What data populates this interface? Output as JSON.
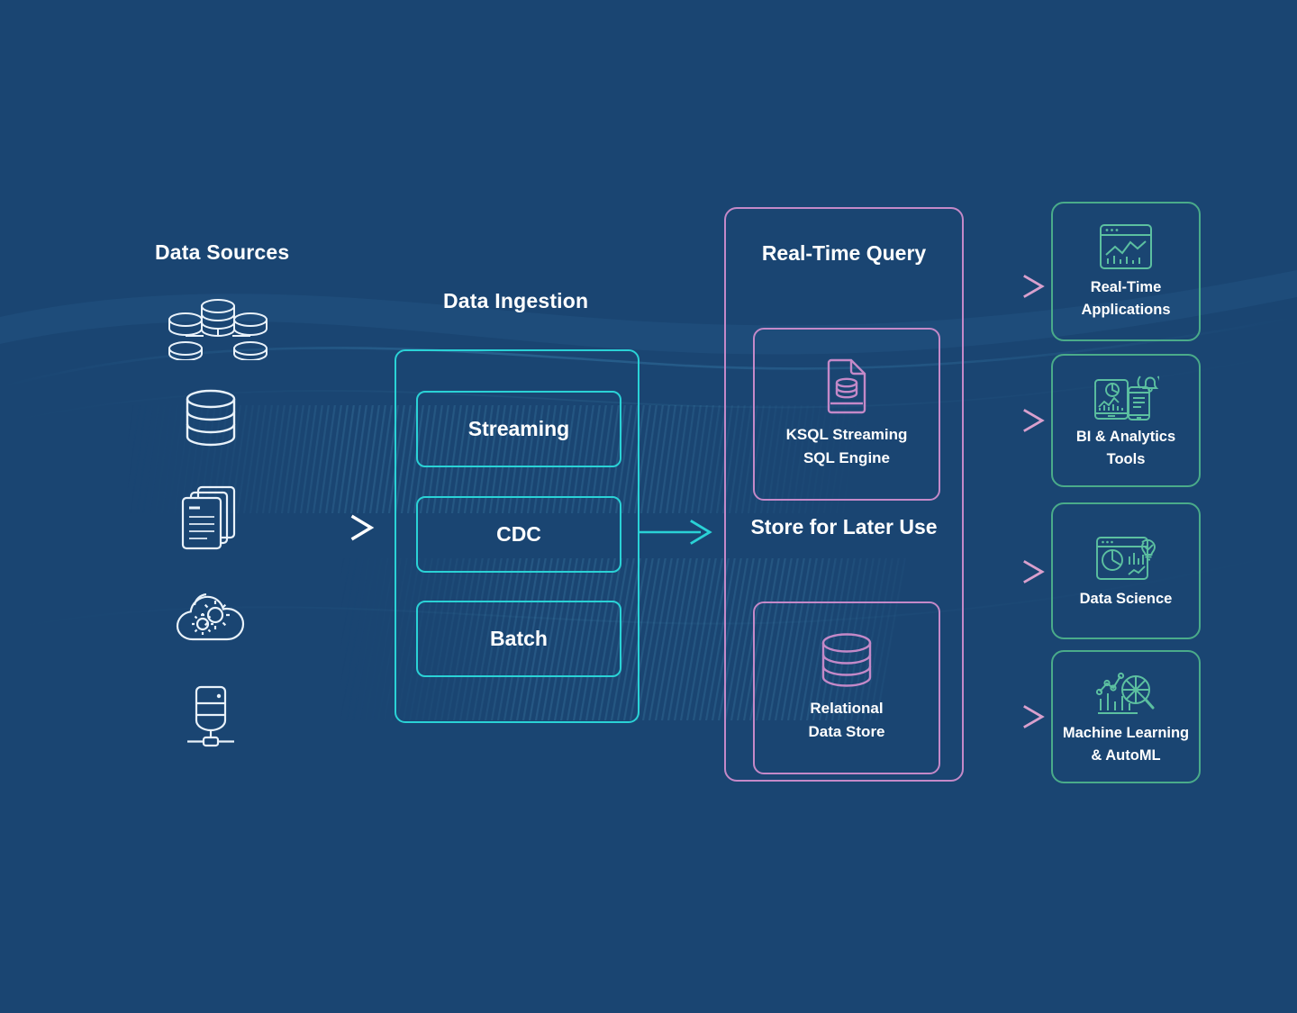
{
  "theme": {
    "background": "#1a4572",
    "ingestion_accent": "#2ad2d6",
    "processing_accent": "#c489c8",
    "output_accent": "#4aab8a",
    "text": "#ffffff"
  },
  "sources": {
    "title": "Data Sources",
    "items": [
      {
        "icon": "database-cluster-icon",
        "name": "distributed-database"
      },
      {
        "icon": "database-icon",
        "name": "single-database"
      },
      {
        "icon": "documents-icon",
        "name": "documents-files"
      },
      {
        "icon": "cloud-gears-icon",
        "name": "cloud-services"
      },
      {
        "icon": "server-device-icon",
        "name": "iot-device"
      }
    ]
  },
  "ingestion": {
    "title": "Data Ingestion",
    "boxes": [
      {
        "label": "Streaming"
      },
      {
        "label": "CDC"
      },
      {
        "label": "Batch"
      }
    ]
  },
  "processing": {
    "groups": [
      {
        "title": "Real-Time Query",
        "card": {
          "icon": "document-database-icon",
          "line1": "KSQL Streaming",
          "line2": "SQL Engine"
        }
      },
      {
        "title": "Store for Later Use",
        "card": {
          "icon": "database-cylinder-icon",
          "line1": "Relational",
          "line2": "Data Store"
        }
      }
    ]
  },
  "outputs": {
    "items": [
      {
        "icon": "dashboard-chart-icon",
        "line1": "Real-Time",
        "line2": "Applications"
      },
      {
        "icon": "tablet-phone-bell-icon",
        "line1": "BI & Analytics",
        "line2": "Tools"
      },
      {
        "icon": "pie-chart-bulb-icon",
        "line1": "Data Science",
        "line2": ""
      },
      {
        "icon": "ml-magnifier-icon",
        "line1": "Machine Learning",
        "line2": "& AutoML"
      }
    ]
  },
  "arrows": [
    {
      "name": "arrow-sources-to-ingestion",
      "color": "#ffffff"
    },
    {
      "name": "arrow-ingestion-to-processing",
      "color": "#2ad2d6"
    },
    {
      "name": "arrow-processing-to-realtime-apps",
      "color": "#c489c8"
    },
    {
      "name": "arrow-processing-to-bi-tools",
      "color": "#c489c8"
    },
    {
      "name": "arrow-processing-to-data-science",
      "color": "#c489c8"
    },
    {
      "name": "arrow-processing-to-ml-automl",
      "color": "#c489c8"
    }
  ]
}
